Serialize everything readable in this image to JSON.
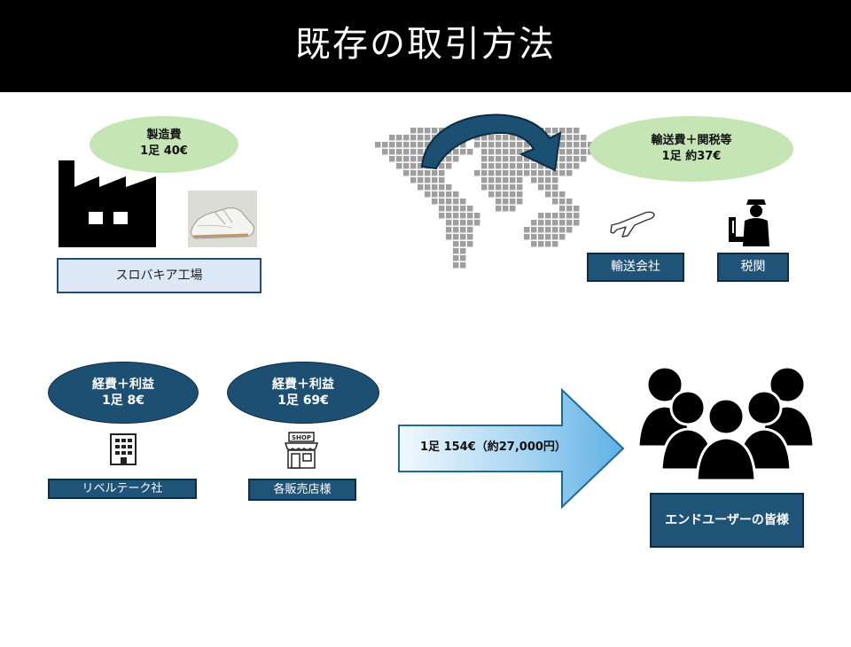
{
  "title": "既存の取引方法",
  "factory": {
    "cost_line1": "製造費",
    "cost_line2": "1足 40€",
    "label": "スロバキア工場"
  },
  "shipping": {
    "cost_line1": "輸送費＋関税等",
    "cost_line2": "1足 約37€",
    "carrier_label": "輸送会社",
    "customs_label": "税関"
  },
  "relevertec": {
    "cost_line1": "経費＋利益",
    "cost_line2": "1足 8€",
    "label": "リベルテーク社"
  },
  "stores": {
    "cost_line1": "経費＋利益",
    "cost_line2": "1足 69€",
    "label": "各販売店様",
    "shop_sign": "SHOP"
  },
  "total_arrow": {
    "text": "1足 154€（約27,000円）"
  },
  "end_users": {
    "label": "エンドユーザーの皆様"
  },
  "colors": {
    "title_bg": "#000000",
    "green_oval": "#c5e5b4",
    "navy": "#1f5478",
    "light_label": "#dce8f6"
  }
}
